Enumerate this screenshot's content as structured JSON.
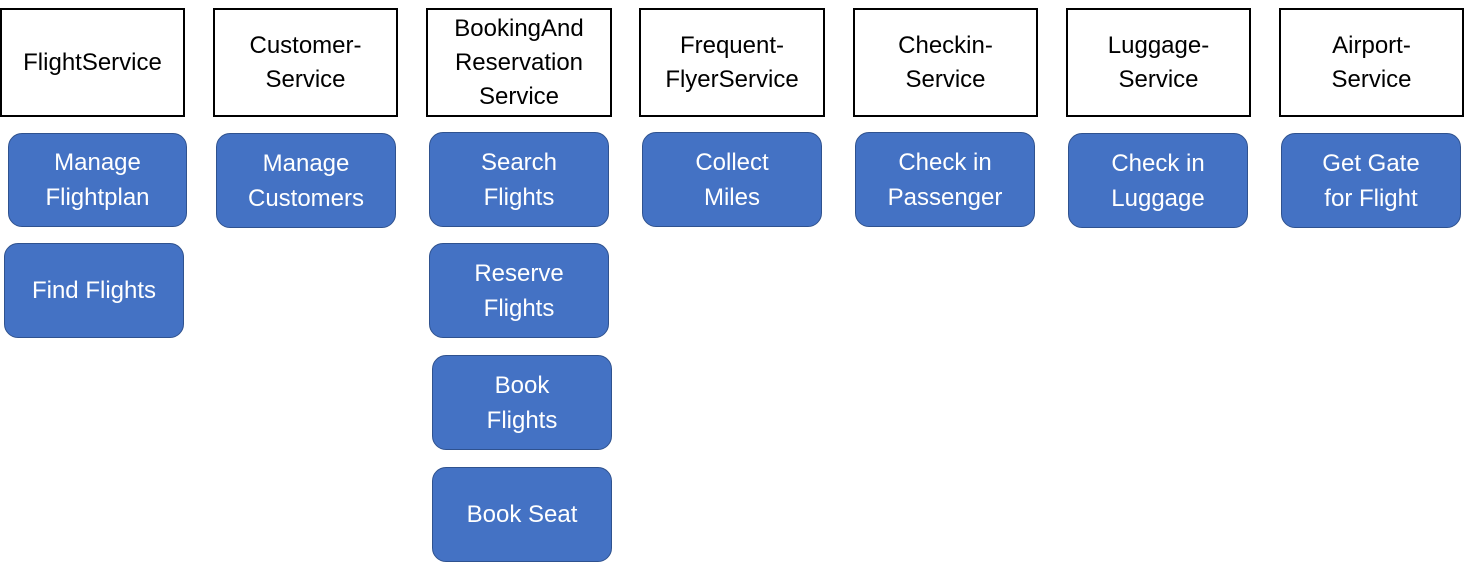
{
  "services": [
    {
      "name": "FlightService",
      "tasks": [
        "Manage\nFlightplan",
        "Find Flights"
      ]
    },
    {
      "name": "Customer-\nService",
      "tasks": [
        "Manage\nCustomers"
      ]
    },
    {
      "name": "BookingAnd\nReservation\nService",
      "tasks": [
        "Search\nFlights",
        "Reserve\nFlights",
        "Book\nFlights",
        "Book Seat"
      ]
    },
    {
      "name": "Frequent-\nFlyerService",
      "tasks": [
        "Collect\nMiles"
      ]
    },
    {
      "name": "Checkin-\nService",
      "tasks": [
        "Check in\nPassenger"
      ]
    },
    {
      "name": "Luggage-\nService",
      "tasks": [
        "Check in\nLuggage"
      ]
    },
    {
      "name": "Airport-\nService",
      "tasks": [
        "Get Gate\nfor Flight"
      ]
    }
  ],
  "colors": {
    "task_fill": "#4472c4",
    "task_border": "#2f528f",
    "task_text": "#ffffff",
    "header_border": "#000000"
  }
}
